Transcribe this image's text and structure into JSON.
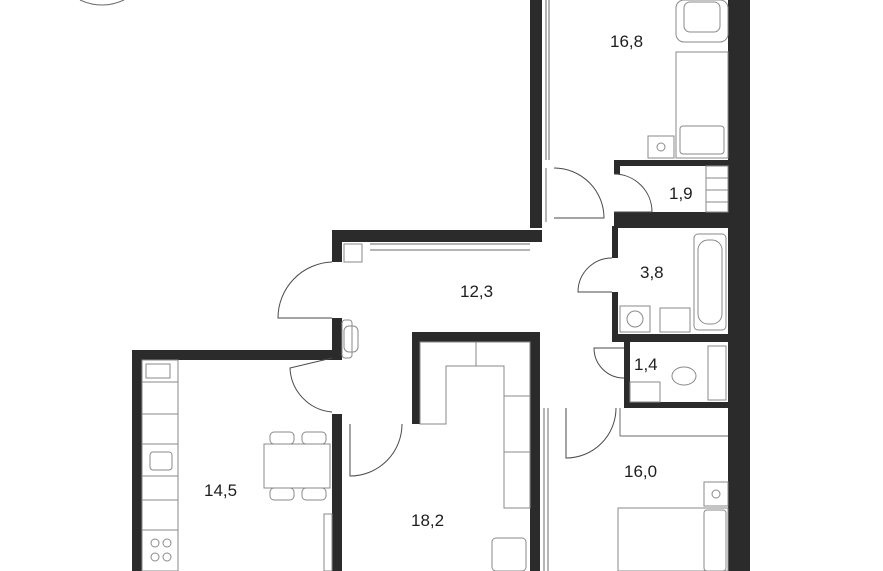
{
  "rooms": [
    {
      "id": "bedroom-north",
      "area": "16,8"
    },
    {
      "id": "storage",
      "area": "1,9"
    },
    {
      "id": "bathroom",
      "area": "3,8"
    },
    {
      "id": "hallway",
      "area": "12,3"
    },
    {
      "id": "toilet",
      "area": "1,4"
    },
    {
      "id": "kitchen",
      "area": "14,5"
    },
    {
      "id": "living-room",
      "area": "18,2"
    },
    {
      "id": "bedroom-south",
      "area": "16,0"
    }
  ],
  "colors": {
    "wall": "#2b2b2b",
    "line": "#6b6b6b",
    "text": "#1e1e1e"
  }
}
